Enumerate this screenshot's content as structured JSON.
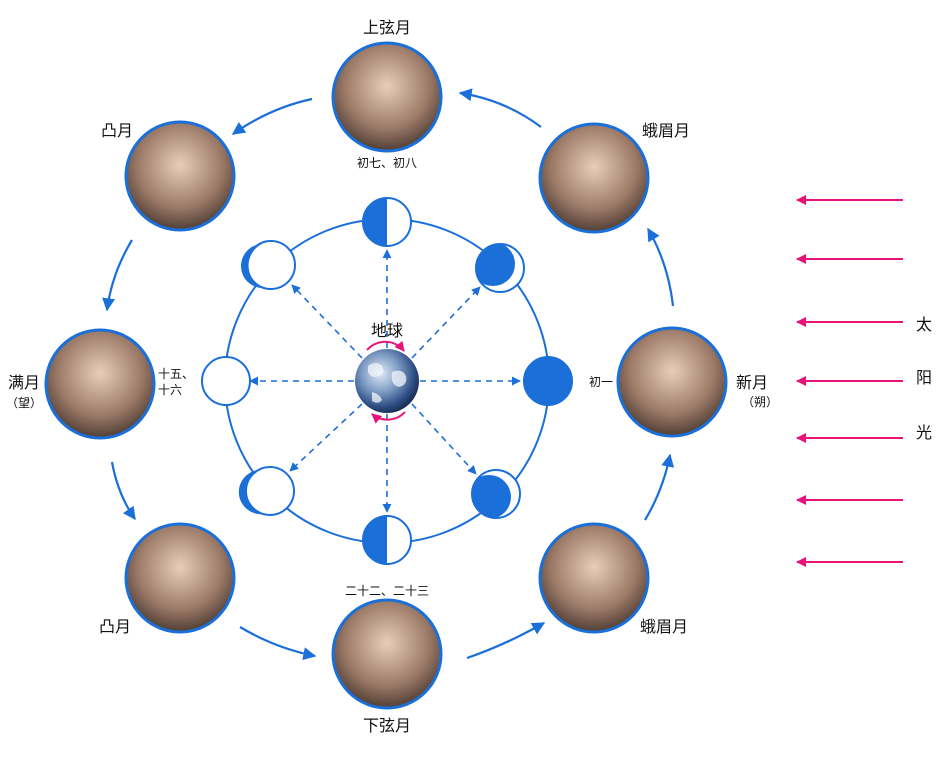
{
  "colors": {
    "accent": "#1a6fd8",
    "sunlight": "#e8137a",
    "earth_arrow": "#e8137a",
    "text": "#111111",
    "background": "#ffffff"
  },
  "earth": {
    "label": "地球"
  },
  "sun": {
    "chars": [
      "太",
      "阳",
      "光"
    ]
  },
  "photos": [
    {
      "id": "top",
      "icon": "portrait-photo",
      "label": "上弦月",
      "note": "初七、初八"
    },
    {
      "id": "upper-right",
      "icon": "portrait-photo",
      "label": "蛾眉月",
      "note": ""
    },
    {
      "id": "right",
      "icon": "portrait-photo",
      "label": "新月",
      "sublabel": "（朔）",
      "note": "初一"
    },
    {
      "id": "lower-right",
      "icon": "portrait-photo",
      "label": "蛾眉月",
      "note": ""
    },
    {
      "id": "bottom",
      "icon": "portrait-photo",
      "label": "下弦月",
      "note": "二十二、二十三"
    },
    {
      "id": "lower-left",
      "icon": "portrait-photo",
      "label": "凸月",
      "note": ""
    },
    {
      "id": "left",
      "icon": "portrait-photo",
      "label": "满月",
      "sublabel": "（望）",
      "note_lines": [
        "十五、",
        "十六"
      ]
    },
    {
      "id": "upper-left",
      "icon": "portrait-photo",
      "label": "凸月",
      "note": ""
    }
  ],
  "moons": [
    {
      "id": "top",
      "phase": "first-quarter"
    },
    {
      "id": "upper-right",
      "phase": "waxing-crescent"
    },
    {
      "id": "right",
      "phase": "new"
    },
    {
      "id": "lower-right",
      "phase": "waning-crescent"
    },
    {
      "id": "bottom",
      "phase": "last-quarter"
    },
    {
      "id": "lower-left",
      "phase": "waning-gibbous"
    },
    {
      "id": "left",
      "phase": "full"
    },
    {
      "id": "upper-left",
      "phase": "waxing-gibbous"
    }
  ]
}
